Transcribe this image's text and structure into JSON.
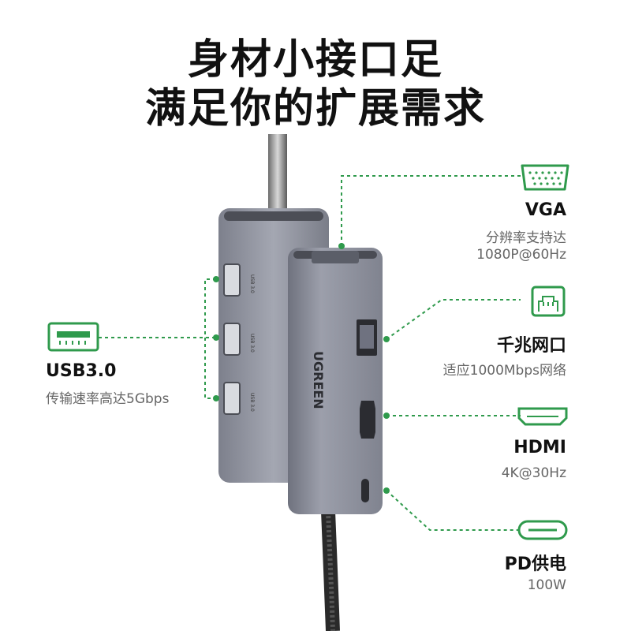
{
  "headline": {
    "line1": "身材小接口足",
    "line2": "满足你的扩展需求"
  },
  "brand": "UGREEN",
  "usb_port_text": "USB 3.0",
  "ports": {
    "usb": {
      "name": "USB3.0",
      "desc": "传输速率高达5Gbps"
    },
    "vga": {
      "name": "VGA",
      "desc1": "分辨率支持达",
      "desc2": "1080P@60Hz"
    },
    "ethernet": {
      "name": "千兆网口",
      "desc": "适应1000Mbps网络"
    },
    "hdmi": {
      "name": "HDMI",
      "desc": "4K@30Hz"
    },
    "pd": {
      "name": "PD供电",
      "desc": "100W"
    }
  },
  "icons": [
    "usb-a-icon",
    "vga-icon",
    "ethernet-icon",
    "hdmi-icon",
    "usb-c-icon"
  ],
  "colors": {
    "accent": "#2f9a4c",
    "body": "#8e919c",
    "text": "#111111",
    "muted": "#666666"
  }
}
